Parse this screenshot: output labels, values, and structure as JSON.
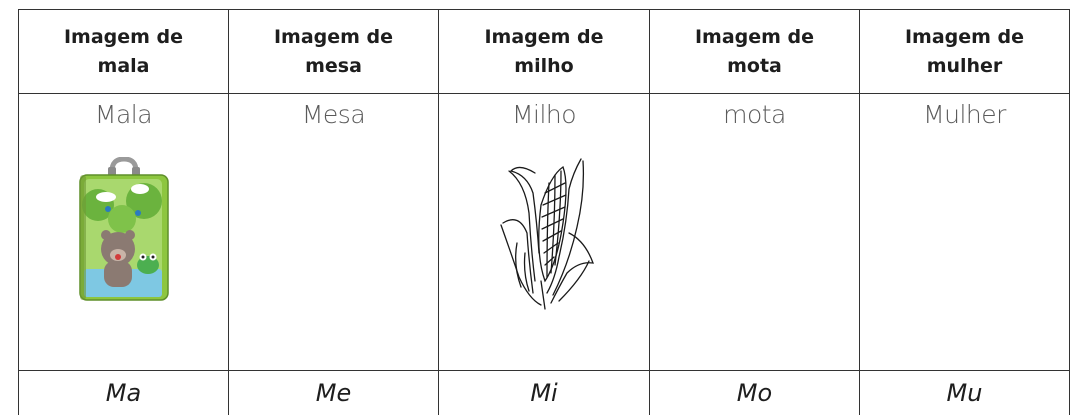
{
  "columns": [
    {
      "header": "Imagem de mala",
      "word": "Mala",
      "syllable": "Ma",
      "image": "suitcase-illustration"
    },
    {
      "header": "Imagem de mesa",
      "word": "Mesa",
      "syllable": "Me",
      "image": null
    },
    {
      "header": "Imagem de milho",
      "word": "Milho",
      "syllable": "Mi",
      "image": "corn-sketch"
    },
    {
      "header": "Imagem de mota",
      "word": "mota",
      "syllable": "Mo",
      "image": null
    },
    {
      "header": "Imagem de mulher",
      "word": "Mulher",
      "syllable": "Mu",
      "image": null
    }
  ],
  "colors": {
    "border": "#333333",
    "text": "#1e1e1e",
    "word_text": "#5a5a5a",
    "suitcase_green": "#8dc63f",
    "suitcase_blue": "#7ec8e3"
  }
}
